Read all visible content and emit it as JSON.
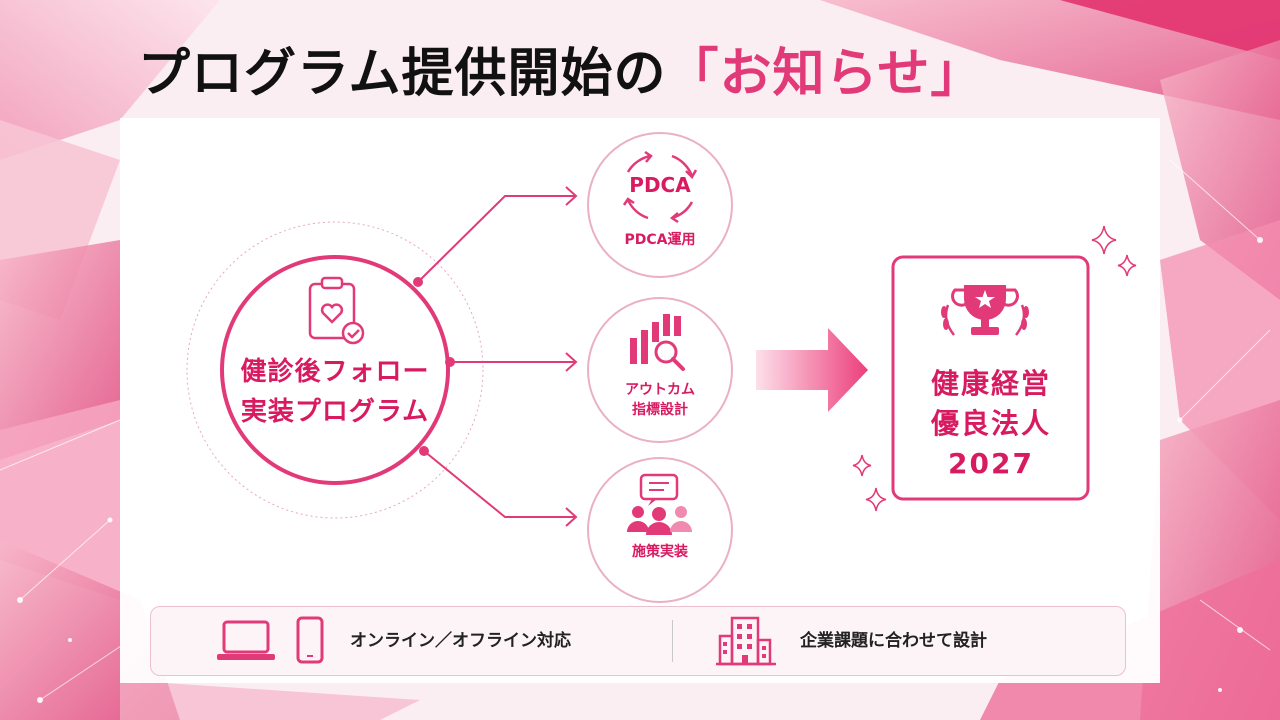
{
  "title": {
    "main": "プログラム提供開始の",
    "highlight": "「お知らせ」"
  },
  "center": {
    "line1": "健診後フォロー",
    "line2": "実装プログラム"
  },
  "nodes": {
    "pdca_icon_text": "PDCA",
    "pdca_label": "PDCA運用",
    "outcome_line1": "アウトカム",
    "outcome_line2": "指標設計",
    "policy_label": "施策実装"
  },
  "award": {
    "line1": "健康経営",
    "line2": "優良法人",
    "line3": "2027"
  },
  "bottom_bar": {
    "left_text": "オンライン／オフライン対応",
    "right_text": "企業課題に合わせて設計"
  },
  "colors": {
    "accent": "#e23a78",
    "accent_dark": "#d81b60",
    "title_text": "#111111"
  },
  "icons": [
    "clipboard-heart-icon",
    "cycle-arrows-icon",
    "chart-magnifier-icon",
    "people-chat-icon",
    "trophy-laurel-icon",
    "sparkle-icon",
    "laptop-icon",
    "smartphone-icon",
    "building-icon"
  ]
}
